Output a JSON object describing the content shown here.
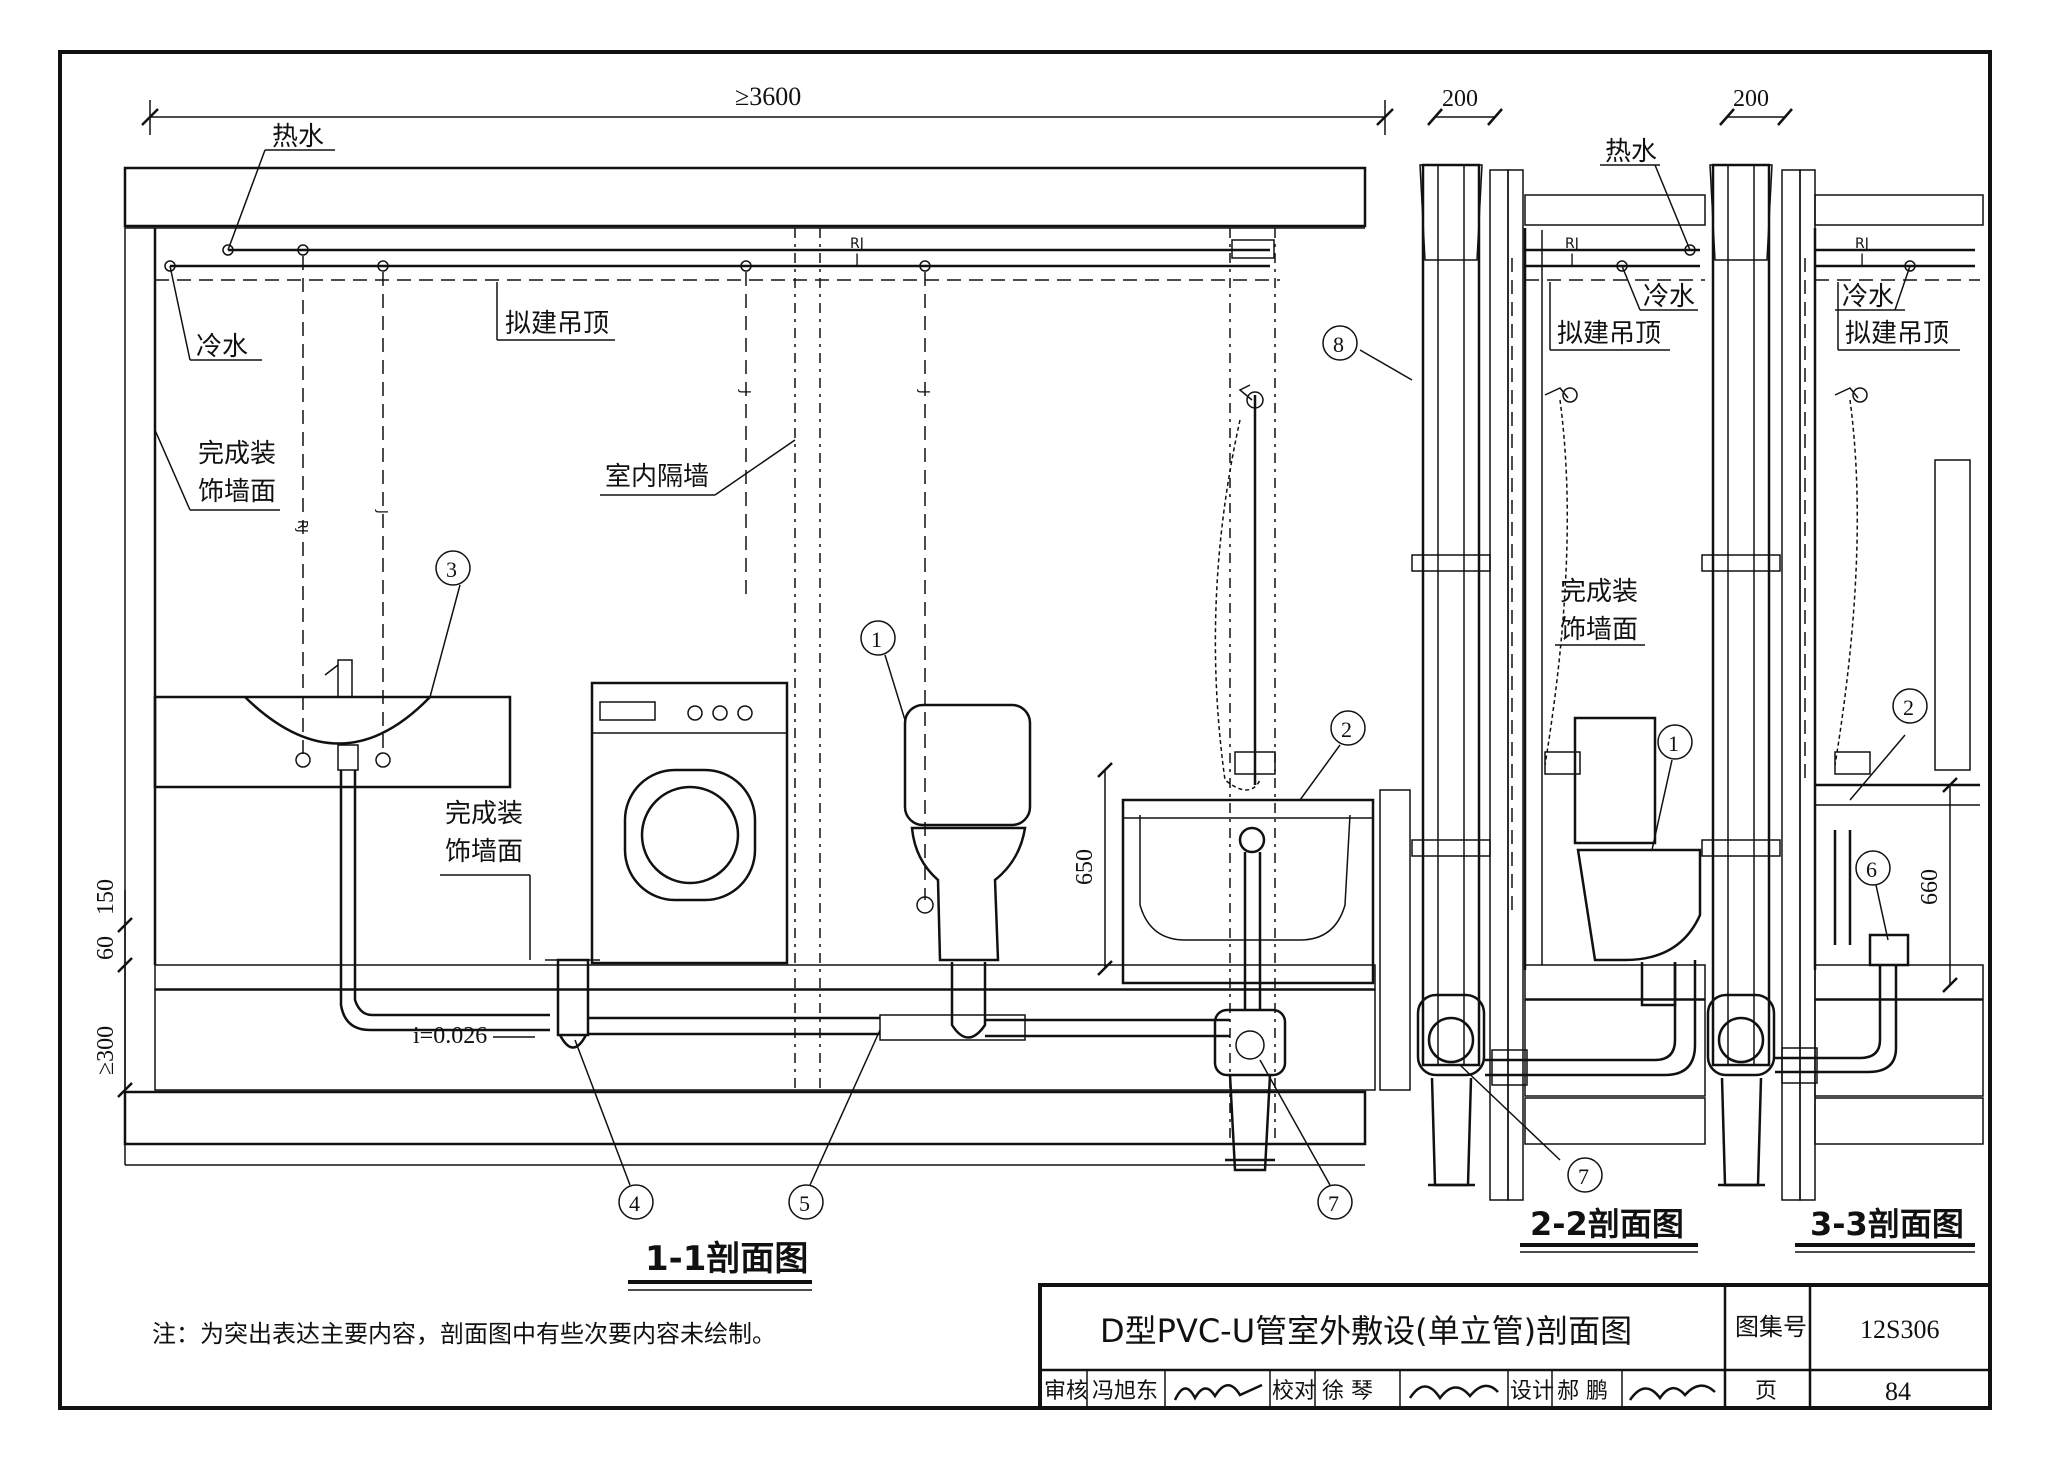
{
  "dims": {
    "total_width": "≥3600",
    "riser_width_2": "200",
    "riser_width_3": "200",
    "tub_height": "650",
    "tub_height_3": "660",
    "floor_150": "150",
    "floor_60": "60",
    "floor_300": "≥300",
    "slope": "i=0.026"
  },
  "labels": {
    "hot_water": "热水",
    "cold_water": "冷水",
    "ceiling": "拟建吊顶",
    "wall_finish_1": "完成装",
    "wall_finish_2": "饰墙面",
    "partition": "室内隔墙",
    "pipe_rj": "RJ",
    "pipe_j": "J",
    "hot_water_22": "热水",
    "cold_water_22": "冷水",
    "ceiling_22": "拟建吊顶",
    "cold_water_33": "冷水",
    "ceiling_33": "拟建吊顶"
  },
  "callouts": [
    "1",
    "2",
    "3",
    "4",
    "5",
    "6",
    "7",
    "8"
  ],
  "section_titles": {
    "s11": "1-1剖面图",
    "s22": "2-2剖面图",
    "s33": "3-3剖面图"
  },
  "note": "注：为突出表达主要内容，剖面图中有些次要内容未绘制。",
  "title_block": {
    "title": "D型PVC-U管室外敷设(单立管)剖面图",
    "atlas_label": "图集号",
    "atlas_no": "12S306",
    "review_label": "审核",
    "reviewer": "冯旭东",
    "check_label": "校对",
    "checker": "徐 琴",
    "design_label": "设计",
    "designer": "郝 鹏",
    "page_label": "页",
    "page_no": "84"
  }
}
